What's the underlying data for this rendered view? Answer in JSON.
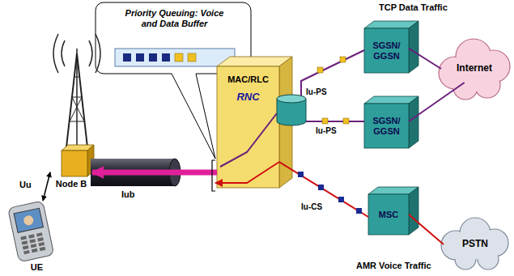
{
  "diagram": {
    "nodes": [
      {
        "text": [
          "Priority Queuing: Voice and Data Buffer"
        ]
      },
      {
        "text": [
          "SGSN/ GGSN"
        ]
      },
      {
        "text": [
          "Internet"
        ]
      },
      {
        "text": [
          "Node B"
        ]
      },
      {
        "text": [
          "MAC/RLC",
          "RNC"
        ]
      },
      {
        "text": [
          "SGSN/ GGSN"
        ]
      },
      {
        "text": [
          "UE"
        ]
      },
      {
        "text": [
          "MSC"
        ]
      },
      {
        "text": [
          "PSTN"
        ]
      }
    ],
    "edges": [
      {
        "from": 1,
        "to": 2,
        "arrow": "none"
      },
      {
        "from": 4,
        "to": 1,
        "arrow": "none"
      },
      {
        "from": 4,
        "to": 5,
        "arrow": "none"
      },
      {
        "from": 5,
        "to": 2,
        "arrow": "none"
      },
      {
        "from": 4,
        "to": 3,
        "arrow": "to"
      },
      {
        "from": 6,
        "to": 3,
        "arrow": "both"
      },
      {
        "from": 4,
        "to": 7,
        "arrow": "none"
      },
      {
        "from": 7,
        "to": 8,
        "arrow": "none"
      }
    ],
    "labels": [
      "TCP Data Traffic",
      "Uu",
      "Iu-PS",
      "Iu-PS",
      "Iub",
      "Iu-CS",
      "AMR Voice Traffic"
    ]
  }
}
